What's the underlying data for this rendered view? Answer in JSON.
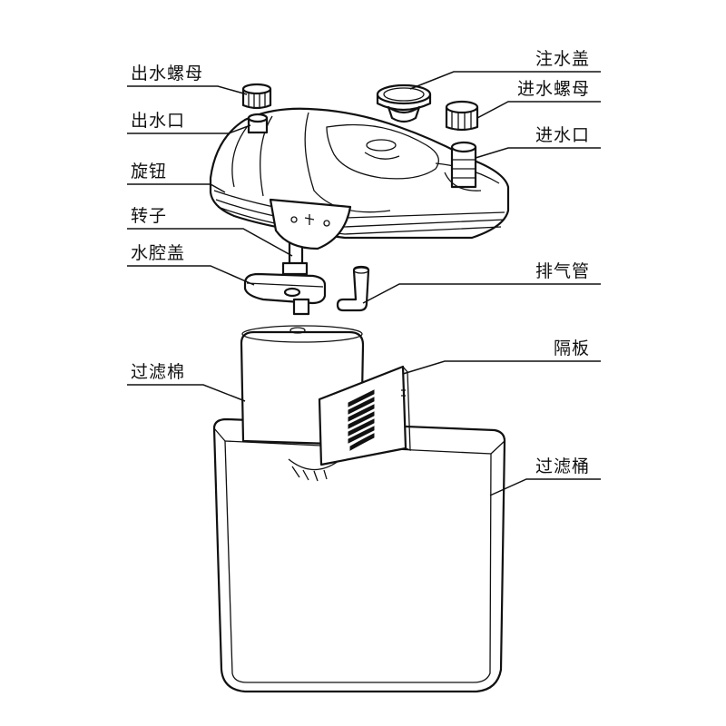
{
  "labels": {
    "outlet_nut": "出水螺母",
    "outlet": "出水口",
    "knob": "旋钮",
    "rotor": "转子",
    "chamber_cover": "水腔盖",
    "filter_sponge": "过滤棉",
    "fill_cap": "注水盖",
    "inlet_nut": "进水螺母",
    "inlet": "进水口",
    "vent_pipe": "排气管",
    "divider": "隔板",
    "filter_bucket": "过滤桶"
  }
}
